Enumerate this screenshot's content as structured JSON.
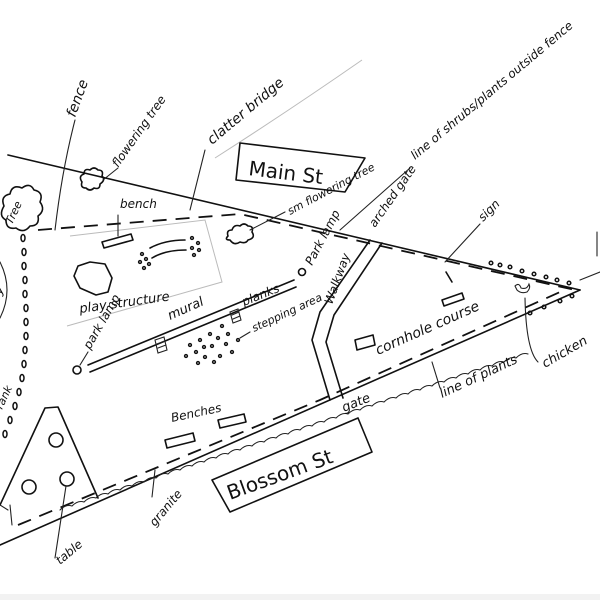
{
  "diagram": {
    "type": "hand-drawn site map",
    "ink_color": "#111111",
    "background": "#ffffff",
    "streets": {
      "main": "Main St",
      "blossom": "Blossom St"
    },
    "labels": {
      "fence": "fence",
      "flowering_tree": "flowering tree",
      "clatter_bridge": "clatter bridge",
      "tree": "Tree",
      "bench": "bench",
      "sm_flowering_tree": "sm flowering tree",
      "arched_gate": "arched gate",
      "line_of_shrubs": "line of shrubs/plants outside fence",
      "play_structure": "play structure",
      "park_lamp_top": "Park lamp",
      "park_lamp_left": "park lamp",
      "mural": "mural",
      "planks": "planks",
      "stepping_area": "stepping area",
      "walkway": "Walkway",
      "sign": "sign",
      "cornhole_course": "cornhole course",
      "chicken": "chicken",
      "line_of_plants": "line of plants",
      "gate": "gate",
      "benches": "Benches",
      "granite": "granite",
      "table": "table",
      "left_partial_1": "ry",
      "left_partial_2": "rank"
    }
  }
}
